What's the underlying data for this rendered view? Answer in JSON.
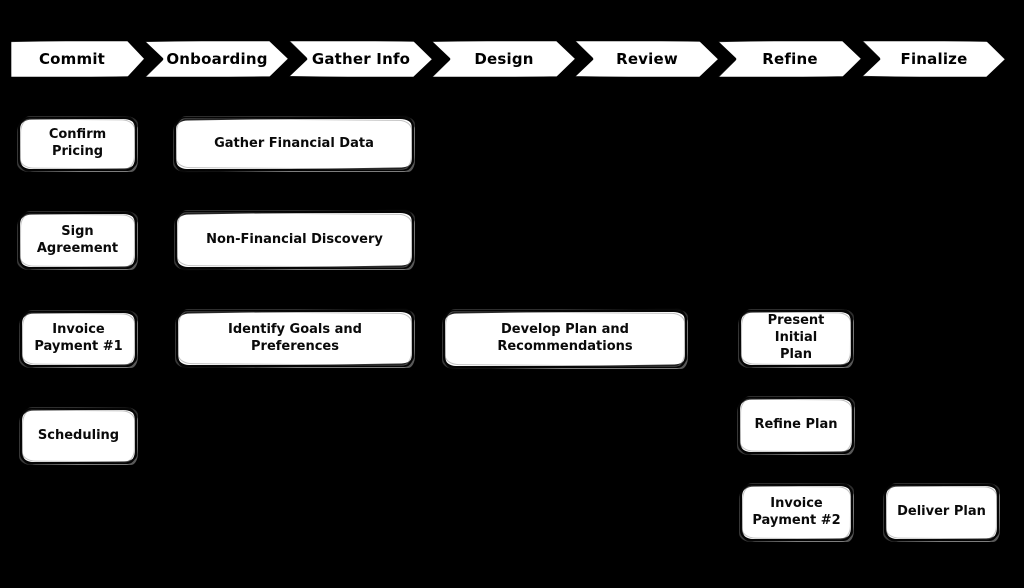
{
  "diagram": {
    "type": "process-flow",
    "style": "hand-drawn-sketch",
    "colors": {
      "background": "#000000",
      "shape_fill": "#ffffff",
      "shape_stroke": "#000000",
      "text": "#000000"
    },
    "phases": [
      {
        "label": "Commit"
      },
      {
        "label": "Onboarding"
      },
      {
        "label": "Gather Info"
      },
      {
        "label": "Design"
      },
      {
        "label": "Review"
      },
      {
        "label": "Refine"
      },
      {
        "label": "Finalize"
      }
    ],
    "tasks": [
      {
        "label": "Confirm Pricing",
        "phase": "Commit"
      },
      {
        "label": "Sign Agreement",
        "phase": "Commit"
      },
      {
        "label": "Invoice\nPayment #1",
        "phase": "Commit"
      },
      {
        "label": "Scheduling",
        "phase": "Commit"
      },
      {
        "label": "Gather Financial Data",
        "phase": "Onboarding"
      },
      {
        "label": "Non-Financial Discovery",
        "phase": "Onboarding"
      },
      {
        "label": "Identify Goals and Preferences",
        "phase": "Onboarding"
      },
      {
        "label": "Develop Plan and\nRecommendations",
        "phase": "Design"
      },
      {
        "label": "Present Initial\nPlan",
        "phase": "Refine"
      },
      {
        "label": "Refine Plan",
        "phase": "Refine"
      },
      {
        "label": "Invoice\nPayment #2",
        "phase": "Refine"
      },
      {
        "label": "Deliver Plan",
        "phase": "Finalize"
      }
    ]
  }
}
